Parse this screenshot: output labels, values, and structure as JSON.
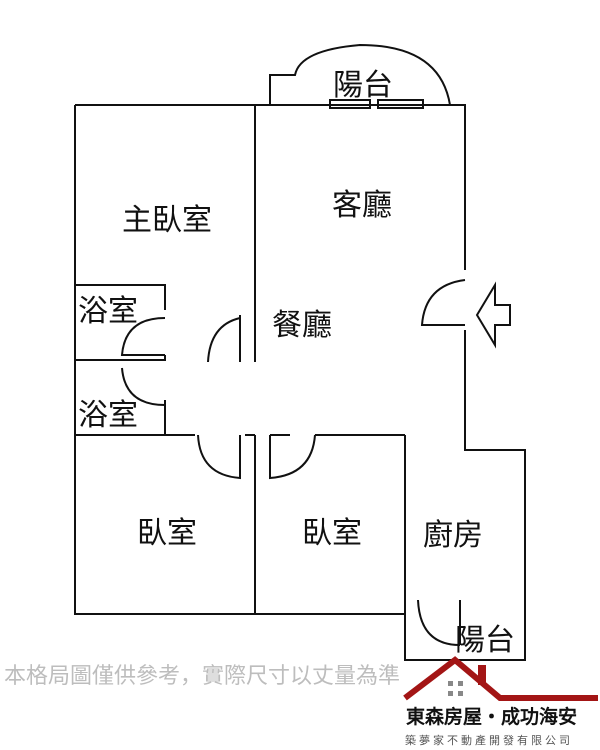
{
  "rooms": {
    "balcony_top": "陽台",
    "living": "客廳",
    "master": "主臥室",
    "bath1": "浴室",
    "dining": "餐廳",
    "bath2": "浴室",
    "bed1": "臥室",
    "bed2": "臥室",
    "kitchen": "廚房",
    "balcony_bottom": "陽台"
  },
  "footer": {
    "disclaimer": "本格局圖僅供參考，實際尺寸以丈量為準",
    "brand": "東森房屋・成功海安",
    "company": "築夢家不動產開發有限公司"
  },
  "colors": {
    "wall": "#111111",
    "logo_roof": "#a31515"
  }
}
